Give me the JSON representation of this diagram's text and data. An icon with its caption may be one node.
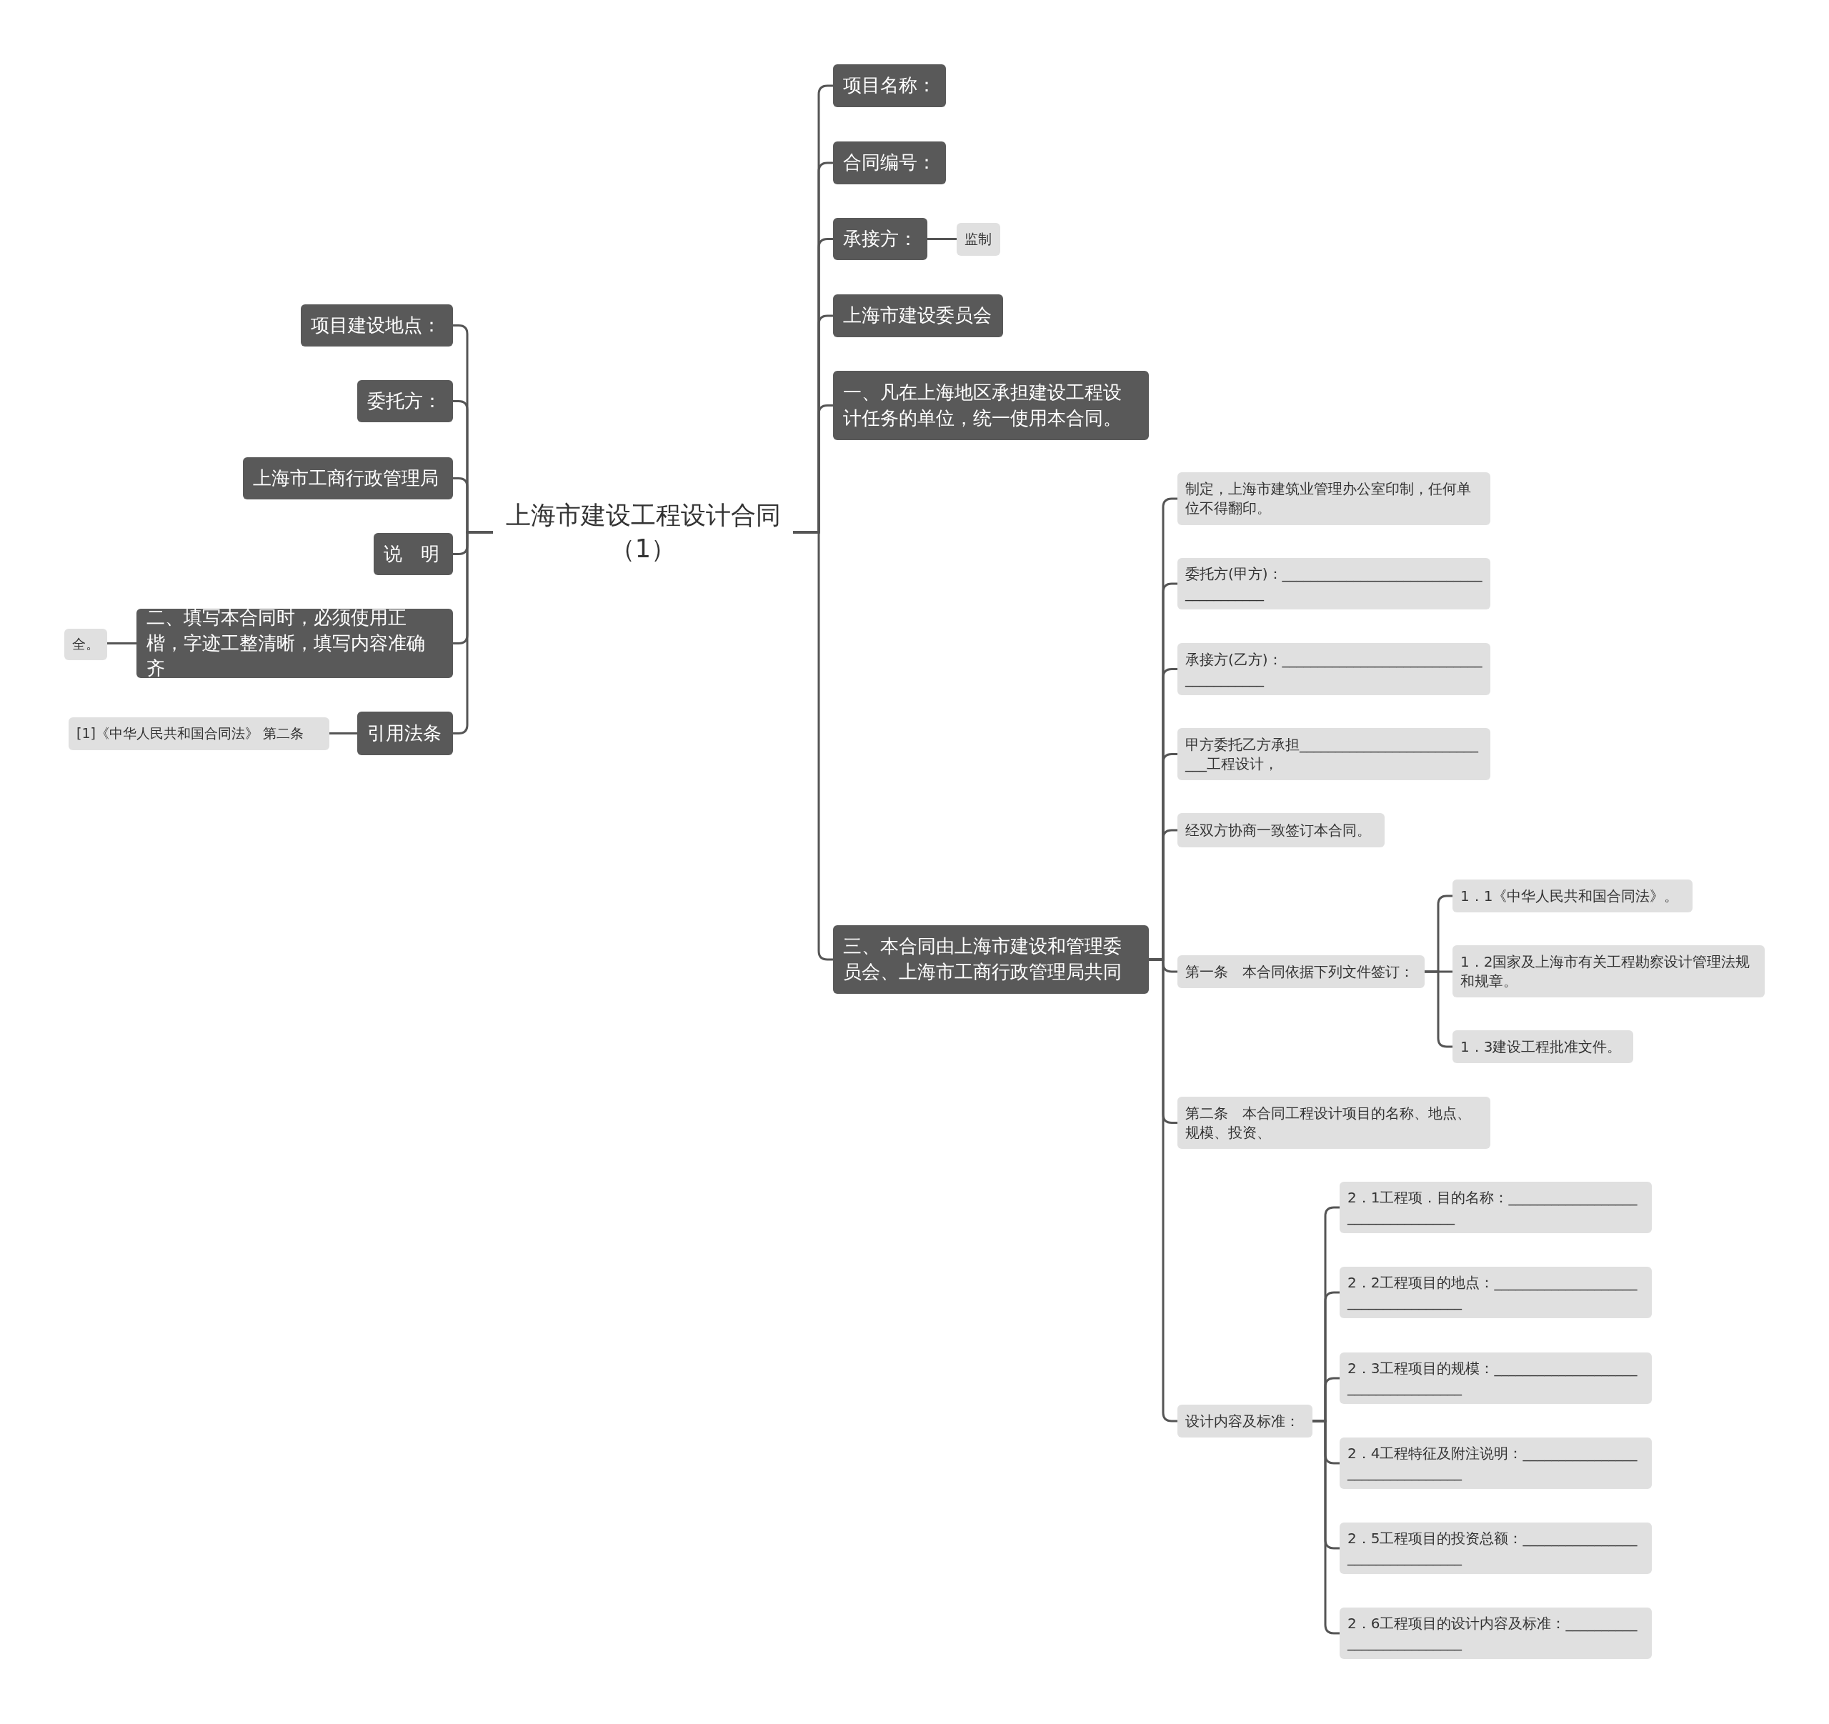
{
  "diagram": {
    "nodes": [
      {
        "text": [
          "上海市建设工程设计合同（1）"
        ]
      },
      {
        "text": [
          "项目建设地点："
        ]
      },
      {
        "text": [
          "委托方："
        ]
      },
      {
        "text": [
          "上海市工商行政管理局"
        ]
      },
      {
        "text": [
          "说　明"
        ]
      },
      {
        "text": [
          "二、填写本合同时，必须使用正楷，字迹工整清晰，填写内容准确齐"
        ]
      },
      {
        "text": [
          "全。"
        ]
      },
      {
        "text": [
          "引用法条"
        ]
      },
      {
        "text": [
          "[1]《中华人民共和国合同法》 第二条"
        ]
      },
      {
        "text": [
          "项目名称："
        ]
      },
      {
        "text": [
          "合同编号："
        ]
      },
      {
        "text": [
          "承接方："
        ]
      },
      {
        "text": [
          "监制"
        ]
      },
      {
        "text": [
          "上海市建设委员会"
        ]
      },
      {
        "text": [
          "一、凡在上海地区承担建设工程设计任务的单位，统一使用本合同。"
        ]
      },
      {
        "text": [
          "三、本合同由上海市建设和管理委员会、上海市工商行政管理局共同"
        ]
      },
      {
        "text": [
          "制定，上海市建筑业管理办公室印制，任何单位不得翻印。"
        ]
      },
      {
        "text": [
          "委托方(甲方)：_______________________________________"
        ]
      },
      {
        "text": [
          "承接方(乙方)：_______________________________________"
        ]
      },
      {
        "text": [
          "甲方委托乙方承担____________________________工程设计，"
        ]
      },
      {
        "text": [
          "经双方协商一致签订本合同。"
        ]
      },
      {
        "text": [
          "第一条　本合同依据下列文件签订："
        ]
      },
      {
        "text": [
          "1．1《中华人民共和国合同法》。"
        ]
      },
      {
        "text": [
          "1．2国家及上海市有关工程勘察设计管理法规和规章。"
        ]
      },
      {
        "text": [
          "1．3建设工程批准文件。"
        ]
      },
      {
        "text": [
          "第二条　本合同工程设计项目的名称、地点、规模、投资、"
        ]
      },
      {
        "text": [
          "设计内容及标准："
        ]
      },
      {
        "text": [
          "2．1工程项．目的名称：_________________________________"
        ]
      },
      {
        "text": [
          "2．2工程项目的地点：____________________________________"
        ]
      },
      {
        "text": [
          "2．3工程项目的规模：____________________________________"
        ]
      },
      {
        "text": [
          "2．4工程特征及附注说明：________________________________"
        ]
      },
      {
        "text": [
          "2．5工程项目的投资总额：________________________________"
        ]
      },
      {
        "text": [
          "2．6工程项目的设计内容及标准：__________________________"
        ]
      }
    ],
    "edges": [
      {
        "from": 0,
        "to": 1,
        "arrow": "none"
      },
      {
        "from": 0,
        "to": 2,
        "arrow": "none"
      },
      {
        "from": 0,
        "to": 3,
        "arrow": "none"
      },
      {
        "from": 0,
        "to": 4,
        "arrow": "none"
      },
      {
        "from": 0,
        "to": 5,
        "arrow": "none"
      },
      {
        "from": 5,
        "to": 6,
        "arrow": "none"
      },
      {
        "from": 0,
        "to": 7,
        "arrow": "none"
      },
      {
        "from": 7,
        "to": 8,
        "arrow": "none"
      },
      {
        "from": 0,
        "to": 9,
        "arrow": "none"
      },
      {
        "from": 0,
        "to": 10,
        "arrow": "none"
      },
      {
        "from": 0,
        "to": 11,
        "arrow": "none"
      },
      {
        "from": 11,
        "to": 12,
        "arrow": "none"
      },
      {
        "from": 0,
        "to": 13,
        "arrow": "none"
      },
      {
        "from": 0,
        "to": 14,
        "arrow": "none"
      },
      {
        "from": 0,
        "to": 15,
        "arrow": "none"
      },
      {
        "from": 15,
        "to": 16,
        "arrow": "none"
      },
      {
        "from": 15,
        "to": 17,
        "arrow": "none"
      },
      {
        "from": 15,
        "to": 18,
        "arrow": "none"
      },
      {
        "from": 15,
        "to": 19,
        "arrow": "none"
      },
      {
        "from": 15,
        "to": 20,
        "arrow": "none"
      },
      {
        "from": 15,
        "to": 21,
        "arrow": "none"
      },
      {
        "from": 21,
        "to": 22,
        "arrow": "none"
      },
      {
        "from": 21,
        "to": 23,
        "arrow": "none"
      },
      {
        "from": 21,
        "to": 24,
        "arrow": "none"
      },
      {
        "from": 15,
        "to": 25,
        "arrow": "none"
      },
      {
        "from": 15,
        "to": 26,
        "arrow": "none"
      },
      {
        "from": 26,
        "to": 27,
        "arrow": "none"
      },
      {
        "from": 26,
        "to": 28,
        "arrow": "none"
      },
      {
        "from": 26,
        "to": 29,
        "arrow": "none"
      },
      {
        "from": 26,
        "to": 30,
        "arrow": "none"
      },
      {
        "from": 26,
        "to": 31,
        "arrow": "none"
      },
      {
        "from": 26,
        "to": 32,
        "arrow": "none"
      }
    ]
  }
}
